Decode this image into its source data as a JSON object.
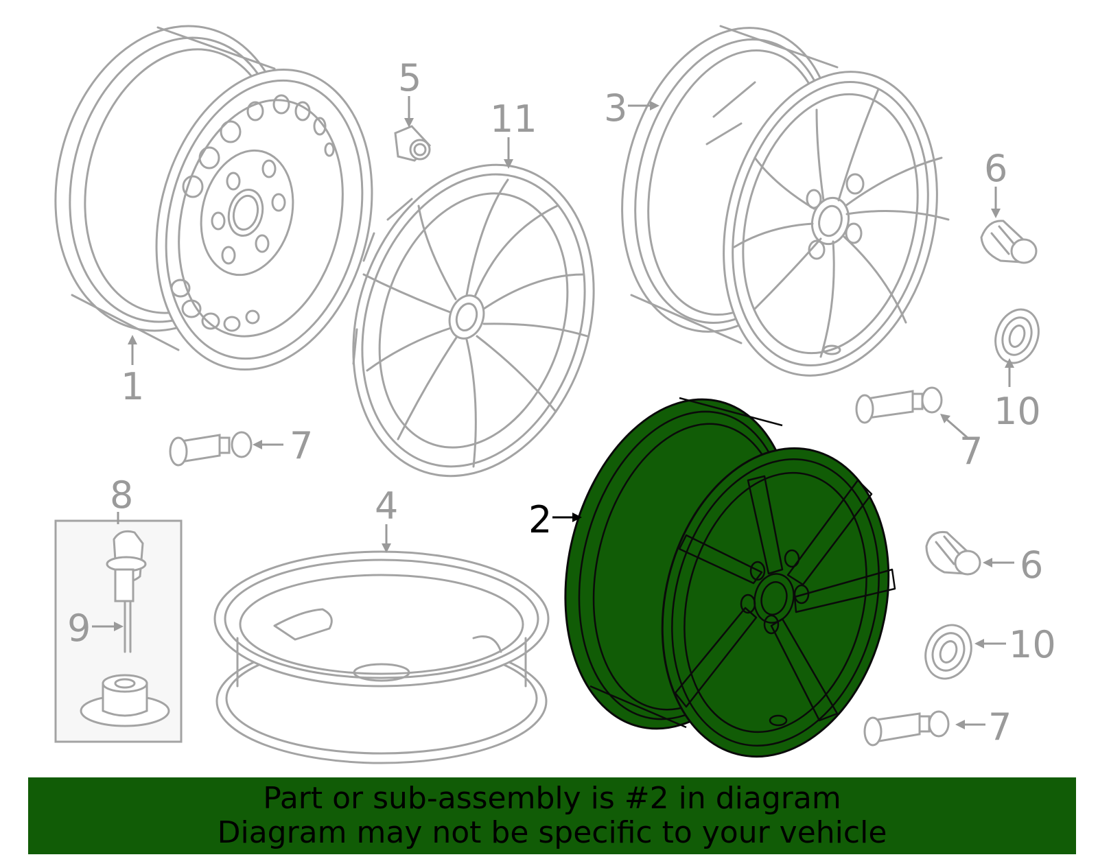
{
  "callouts": {
    "c1": "1",
    "c2": "2",
    "c3": "3",
    "c4": "4",
    "c5": "5",
    "c6a": "6",
    "c6b": "6",
    "c7a": "7",
    "c7b": "7",
    "c7c": "7",
    "c8": "8",
    "c9": "9",
    "c10a": "10",
    "c10b": "10",
    "c11": "11"
  },
  "highlighted_part": "2",
  "colors": {
    "highlight": "#115c06",
    "line": "#a3a3a3",
    "banner": "#115c06"
  },
  "banner": {
    "line1": "Part or sub-assembly is #2 in diagram",
    "line2": "Diagram may not be specific to your vehicle"
  }
}
